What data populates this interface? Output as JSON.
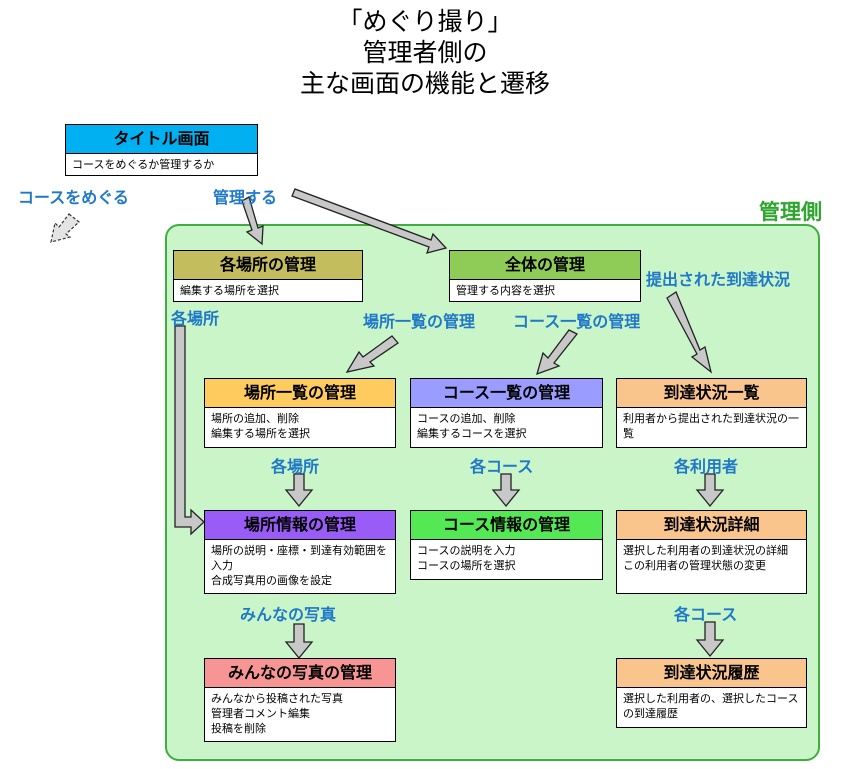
{
  "title": {
    "line1": "「めぐり撮り」",
    "line2": "管理者側の",
    "line3": "主な画面の機能と遷移"
  },
  "area_label": "管理側",
  "boxes": {
    "title_screen": {
      "head": "タイトル画面",
      "lines": [
        "コースをめぐるか管理するか"
      ],
      "color": "#00b0f0"
    },
    "each_place": {
      "head": "各場所の管理",
      "lines": [
        "編集する場所を選択"
      ],
      "color": "#c4bd5d"
    },
    "overall": {
      "head": "全体の管理",
      "lines": [
        "管理する内容を選択"
      ],
      "color": "#8fcc57"
    },
    "place_list": {
      "head": "場所一覧の管理",
      "lines": [
        "場所の追加、削除",
        "編集する場所を選択"
      ],
      "color": "#fecb5f"
    },
    "course_list": {
      "head": "コース一覧の管理",
      "lines": [
        "コースの追加、削除",
        "編集するコースを選択"
      ],
      "color": "#9a9cff"
    },
    "arrival_list": {
      "head": "到達状況一覧",
      "lines": [
        "利用者から提出された到達状況の一覧"
      ],
      "color": "#fac58c"
    },
    "place_info": {
      "head": "場所情報の管理",
      "lines": [
        "場所の説明・座標・到達有効範囲を入力",
        "合成写真用の画像を設定"
      ],
      "color": "#9a5cf7"
    },
    "course_info": {
      "head": "コース情報の管理",
      "lines": [
        "コースの説明を入力",
        "コースの場所を選択"
      ],
      "color": "#55e855"
    },
    "arrival_detail": {
      "head": "到達状況詳細",
      "lines": [
        "選択した利用者の到達状況の詳細",
        "この利用者の管理状態の変更"
      ],
      "color": "#fac58c"
    },
    "photo_admin": {
      "head": "みんなの写真の管理",
      "lines": [
        "みんなから投稿された写真",
        "管理者コメント編集",
        "投稿を削除"
      ],
      "color": "#f79595"
    },
    "arrival_history": {
      "head": "到達状況履歴",
      "lines": [
        "選択した利用者の、選択したコースの到達履歴"
      ],
      "color": "#fac58c"
    }
  },
  "labels": {
    "tour_course": "コースをめぐる",
    "manage": "管理する",
    "submitted_arrival": "提出された到達状況",
    "each_place_left": "各場所",
    "place_list_mgmt": "場所一覧の管理",
    "course_list_mgmt": "コース一覧の管理",
    "each_place_mid": "各場所",
    "each_course": "各コース",
    "each_user": "各利用者",
    "everyone_photos": "みんなの写真",
    "each_course_right": "各コース"
  }
}
